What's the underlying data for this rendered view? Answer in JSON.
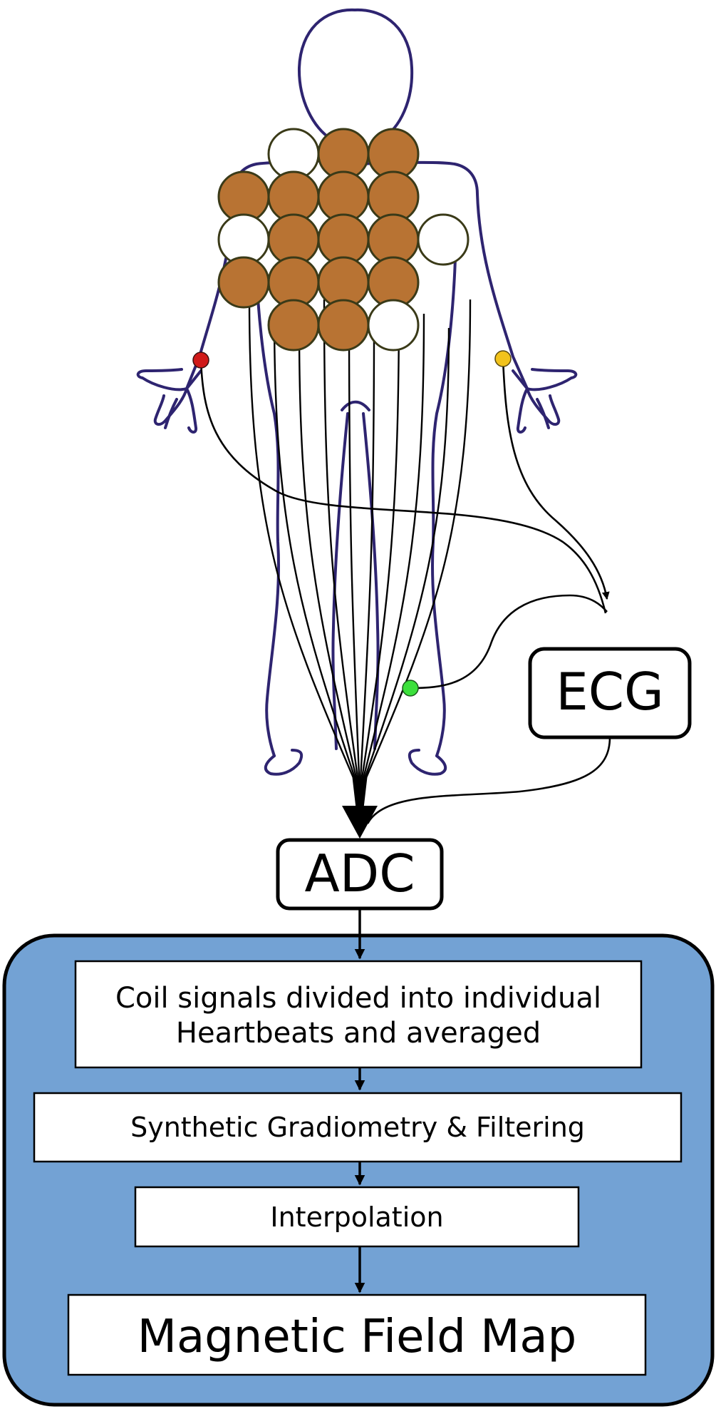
{
  "labels": {
    "ecg": "ECG",
    "adc": "ADC",
    "step1_line1": "Coil signals divided into individual",
    "step1_line2": "Heartbeats and averaged",
    "step2": "Synthetic Gradiometry & Filtering",
    "step3": "Interpolation",
    "step4": "Magnetic Field Map"
  },
  "colors": {
    "coil_active": "#B87333",
    "coil_inactive": "#FFFFFF",
    "coil_outline": "#3A3A18",
    "body_outline": "#2E2470",
    "panel_fill": "#73A2D4",
    "electrode_right_arm": "#D01A1A",
    "electrode_left_arm": "#F2C31C",
    "electrode_leg": "#3CE03C"
  },
  "coil_array": {
    "rows": [
      [
        "inactive",
        "active",
        "active"
      ],
      [
        "active",
        "active",
        "active",
        "active"
      ],
      [
        "inactive",
        "active",
        "active",
        "active",
        "inactive"
      ],
      [
        "active",
        "active",
        "active",
        "active"
      ],
      [
        "active",
        "active",
        "inactive"
      ]
    ]
  }
}
